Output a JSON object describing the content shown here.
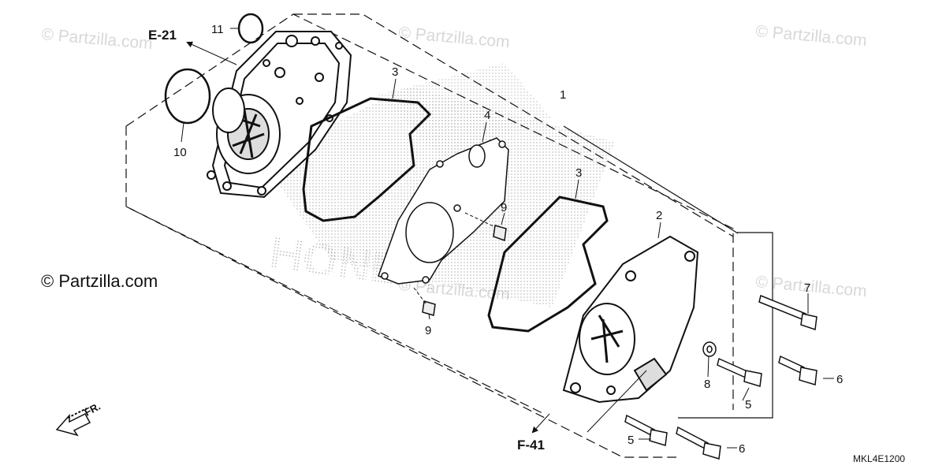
{
  "watermark": "© Partzilla.com",
  "copyright": "© Partzilla.com",
  "refs": {
    "e21": "E-21",
    "f41": "F-41"
  },
  "fr_label": "FR.",
  "diagram_code": "MKL4E1200",
  "callouts": {
    "c1": "1",
    "c2": "2",
    "c3a": "3",
    "c3b": "3",
    "c4": "4",
    "c5a": "5",
    "c5b": "5",
    "c6a": "6",
    "c6b": "6",
    "c7": "7",
    "c8": "8",
    "c9a": "9",
    "c9b": "9",
    "c10": "10",
    "c11": "11"
  },
  "background_mark": "HONDA"
}
